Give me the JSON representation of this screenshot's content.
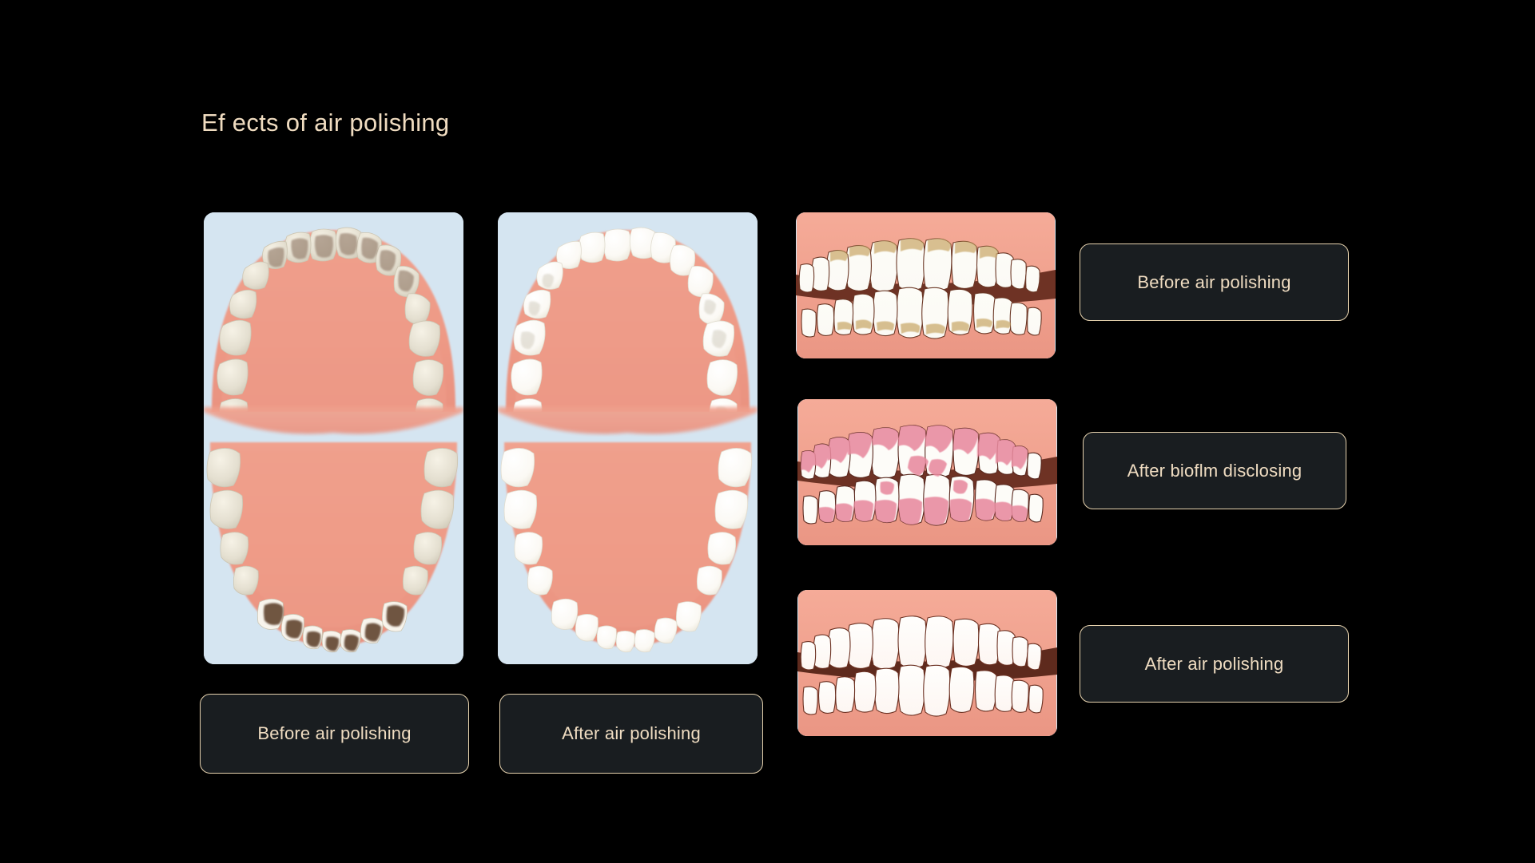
{
  "slide": {
    "title": "Ef ects of air polishing",
    "background_color": "#000000",
    "accent_color": "#e6d2ae",
    "text_color": "#efdcc1",
    "card_background": "#191d20",
    "image_background": "#d5e5f1"
  },
  "panels": {
    "before_arch": {
      "name": "upper-and-lower-dental-arch-occlusal-before",
      "caption": "Before air polishing",
      "description": "Occlusal view of upper and lower dental arches with stained teeth",
      "gum_color": "#ef9b88",
      "tooth_color": "#eae6da",
      "stain_color": "#6b4a33"
    },
    "after_arch": {
      "name": "upper-and-lower-dental-arch-occlusal-after",
      "caption": "After air polishing",
      "description": "Occlusal view of upper and lower dental arches with clean teeth",
      "gum_color": "#ef9b88",
      "tooth_color": "#fdfbf6",
      "stain_color": "none"
    },
    "before_front": {
      "name": "frontal-dentition-before",
      "caption": "Before air polishing",
      "description": "Frontal view of closed dentition before air polishing",
      "gum_color": "#f2a390",
      "tooth_color": "#fdfcf8",
      "stain_color": "#c6a96b"
    },
    "disclose_front": {
      "name": "frontal-dentition-biofilm-disclosed",
      "caption": "After bioflm disclosing",
      "description": "Frontal view of dentition with pink disclosed biofilm",
      "gum_color": "#f2a390",
      "tooth_color": "#fdfcf8",
      "stain_color": "#e58fa0"
    },
    "after_front": {
      "name": "frontal-dentition-after",
      "caption": "After air polishing",
      "description": "Frontal view of clean dentition after air polishing",
      "gum_color": "#f2a390",
      "tooth_color": "#fdf8f4",
      "stain_color": "none"
    }
  },
  "captions": {
    "before_arch": "Before air polishing",
    "after_arch": "After air polishing",
    "before_front": "Before air polishing",
    "disclose_front": "After bioflm disclosing",
    "after_front": "After air polishing"
  }
}
